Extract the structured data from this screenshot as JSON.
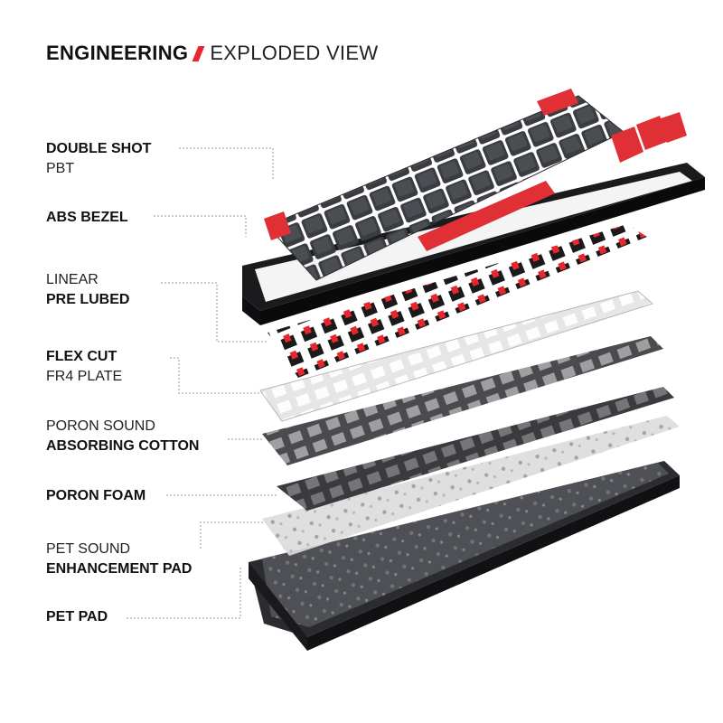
{
  "title": {
    "part1": "ENGINEERING",
    "part2": "EXPLODED VIEW"
  },
  "accent_color": "#e8262d",
  "labels": [
    {
      "id": "keycaps",
      "line1": "DOUBLE SHOT",
      "line1_weight": "bold",
      "line2": "PBT",
      "line2_weight": "light"
    },
    {
      "id": "bezel",
      "line1": "ABS BEZEL",
      "line1_weight": "bold",
      "line2": "",
      "line2_weight": ""
    },
    {
      "id": "switches",
      "line1": "LINEAR",
      "line1_weight": "light",
      "line2": "PRE LUBED",
      "line2_weight": "bold"
    },
    {
      "id": "plate",
      "line1": "FLEX CUT",
      "line1_weight": "bold",
      "line2": "FR4 PLATE",
      "line2_weight": "light"
    },
    {
      "id": "cotton",
      "line1": "PORON SOUND",
      "line1_weight": "light",
      "line2": "ABSORBING COTTON",
      "line2_weight": "bold"
    },
    {
      "id": "foam",
      "line1": "PORON FOAM",
      "line1_weight": "bold",
      "line2": "",
      "line2_weight": ""
    },
    {
      "id": "enhance",
      "line1": "PET SOUND",
      "line1_weight": "light",
      "line2": "ENHANCEMENT PAD",
      "line2_weight": "bold"
    },
    {
      "id": "petpad",
      "line1": "PET PAD",
      "line1_weight": "bold",
      "line2": "",
      "line2_weight": ""
    }
  ]
}
